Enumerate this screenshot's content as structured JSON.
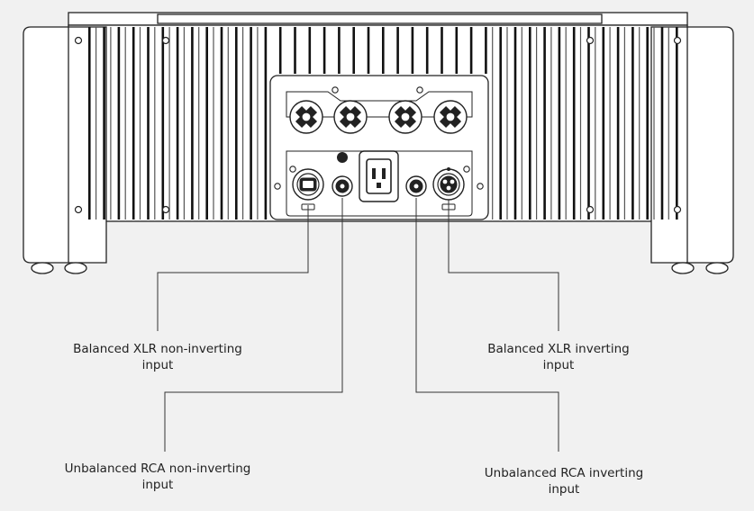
{
  "colors": {
    "background": "#f1f1f1",
    "line": "#222222",
    "text": "#222222"
  },
  "callouts": {
    "xlr_noninv": {
      "line1": "Balanced XLR non-inverting",
      "line2": "input"
    },
    "xlr_inv": {
      "line1": "Balanced XLR inverting",
      "line2": "input"
    },
    "rca_noninv": {
      "line1": "Unbalanced RCA non-inverting",
      "line2": "input"
    },
    "rca_inv": {
      "line1": "Unbalanced RCA inverting",
      "line2": "input"
    }
  }
}
